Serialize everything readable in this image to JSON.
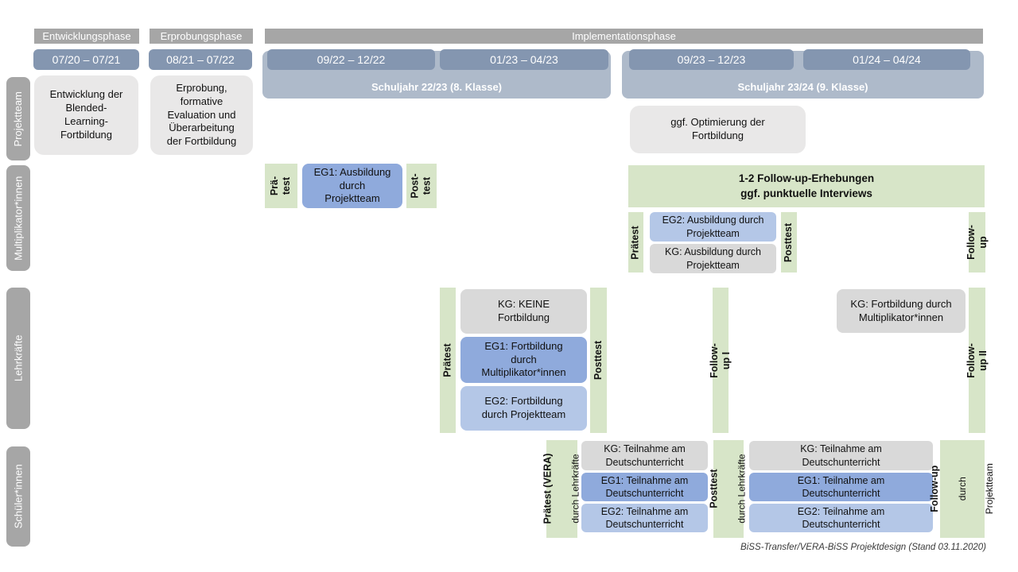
{
  "colors": {
    "phase_bar": "#a6a6a6",
    "date_bar": "#8496b0",
    "schoolyear_bar": "#aebaca",
    "row_label_bar": "#a6a6a6",
    "box_light_gray": "#e9e8e8",
    "box_gray": "#d9d9d9",
    "box_blue": "#8faadc",
    "box_light_blue": "#b4c7e7",
    "box_green": "#d7e5c8",
    "text_on_bars": "#ffffff",
    "text_on_boxes": "#111111"
  },
  "phases": {
    "entwicklung": "Entwicklungsphase",
    "erprobung": "Erprobungsphase",
    "implementation": "Implementationsphase"
  },
  "dates": {
    "d1": "07/20 – 07/21",
    "d2": "08/21 – 07/22",
    "d3": "09/22 – 12/22",
    "d4": "01/23 – 04/23",
    "d5": "09/23 – 12/23",
    "d6": "01/24 – 04/24"
  },
  "school_years": {
    "sy1": "Schuljahr 22/23 (8. Klasse)",
    "sy2": "Schuljahr 23/24 (9. Klasse)"
  },
  "row_labels": {
    "projektteam": "Projektteam",
    "multiplikatoren": "Multiplikator*innen",
    "lehrkraefte": "Lehrkräfte",
    "schueler": "Schüler*innen"
  },
  "projektteam": {
    "entwicklung": "Entwicklung der\nBlended-\nLearning-\nFortbildung",
    "erprobung": "Erprobung,\nformative\nEvaluation und\nÜberarbeitung\nder Fortbildung",
    "optimierung": "ggf. Optimierung der\nFortbildung"
  },
  "multiplikatoren": {
    "praetest1": "Prä-\ntest",
    "eg1": "EG1: Ausbildung\ndurch\nProjektteam",
    "posttest1": "Post-\ntest",
    "followup_header": "1-2 Follow-up-Erhebungen\nggf. punktuelle Interviews",
    "praetest2": "Prätest",
    "eg2": "EG2: Ausbildung durch\nProjektteam",
    "kg": "KG: Ausbildung durch\nProjektteam",
    "posttest2": "Posttest",
    "followup": "Follow-up"
  },
  "lehrkraefte": {
    "praetest": "Prätest",
    "kg": "KG: KEINE\nFortbildung",
    "eg1": "EG1: Fortbildung\ndurch\nMultiplikator*innen",
    "eg2": "EG2: Fortbildung\ndurch Projektteam",
    "posttest": "Posttest",
    "followup1": "Follow-up I",
    "kg2": "KG: Fortbildung durch\nMultiplikator*innen",
    "followup2": "Follow-up II"
  },
  "schueler": {
    "praetest_bold": "Prätest (VERA)",
    "praetest_sub": "durch  Lehrkräfte",
    "kg": "KG: Teilnahme am\nDeutschunterricht",
    "eg1": "EG1: Teilnahme am\nDeutschunterricht",
    "eg2": "EG2: Teilnahme am\nDeutschunterricht",
    "posttest_bold": "Posttest",
    "posttest_sub": "durch  Lehrkräfte",
    "followup_bold": "Follow-up",
    "followup_sub1": "durch",
    "followup_sub2": "Projektteam"
  },
  "caption": "BiSS-Transfer/VERA-BiSS Projektdesign (Stand 03.11.2020)"
}
